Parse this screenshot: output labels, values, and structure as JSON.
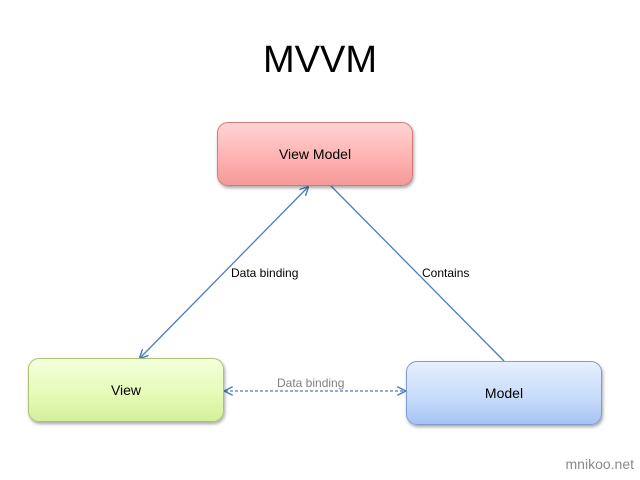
{
  "title": "MVVM",
  "nodes": {
    "view_model": {
      "label": "View Model",
      "color": "#ffb3b3"
    },
    "view": {
      "label": "View",
      "color": "#e6fbb8"
    },
    "model": {
      "label": "Model",
      "color": "#c9dcfb"
    }
  },
  "edges": {
    "view_to_view_model": {
      "label": "Data binding",
      "style": "solid",
      "arrows": "both"
    },
    "view_model_to_model": {
      "label": "Contains",
      "style": "solid",
      "arrows": "none"
    },
    "view_to_model": {
      "label": "Data binding",
      "style": "dashed",
      "arrows": "both"
    }
  },
  "edge_color": "#4a7ebf",
  "watermark": "mnikoo.net"
}
